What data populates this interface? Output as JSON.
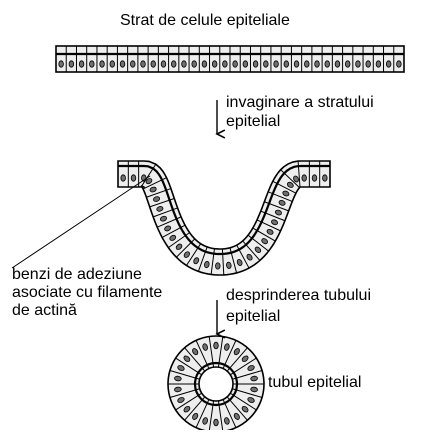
{
  "diagram": {
    "title": "Strat de celule epiteliale",
    "step1_label_line1": "invaginare a stratului",
    "step1_label_line2": "epitelial",
    "adhesion_label_line1": "benzi de adeziune",
    "adhesion_label_line2": "asociate cu filamente",
    "adhesion_label_line3": "de actină",
    "step2_label_line1": "desprinderea tubului",
    "step2_label_line2": "epitelial",
    "tube_label": "tubul epitelial"
  },
  "colors": {
    "ink": "#000000",
    "cell_fill": "#eeeeee",
    "nucleus_fill": "#6f6f6f",
    "background": "#ffffff"
  }
}
